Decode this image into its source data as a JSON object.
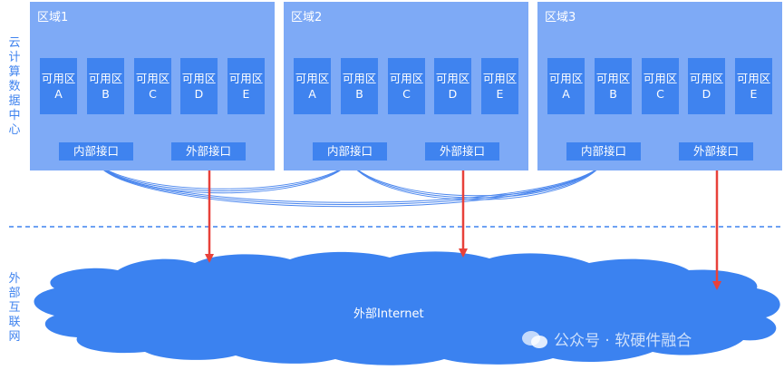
{
  "side_labels": {
    "cloud": "云计算数据中心",
    "external": "外部互联网"
  },
  "regions": [
    {
      "title": "区域1",
      "zones": [
        "可用区A",
        "可用区B",
        "可用区C",
        "可用区D",
        "可用区E"
      ],
      "internal": "内部接口",
      "external": "外部接口"
    },
    {
      "title": "区域2",
      "zones": [
        "可用区A",
        "可用区B",
        "可用区C",
        "可用区D",
        "可用区E"
      ],
      "internal": "内部接口",
      "external": "外部接口"
    },
    {
      "title": "区域3",
      "zones": [
        "可用区A",
        "可用区B",
        "可用区C",
        "可用区D",
        "可用区E"
      ],
      "internal": "内部接口",
      "external": "外部接口"
    }
  ],
  "internet": "外部Internet",
  "watermark": "公众号 · 软硬件融合",
  "colors": {
    "region": "#7eaaf6",
    "box": "#3f83ef",
    "arrow": "#e8413a",
    "cloud": "#3b82f0"
  }
}
